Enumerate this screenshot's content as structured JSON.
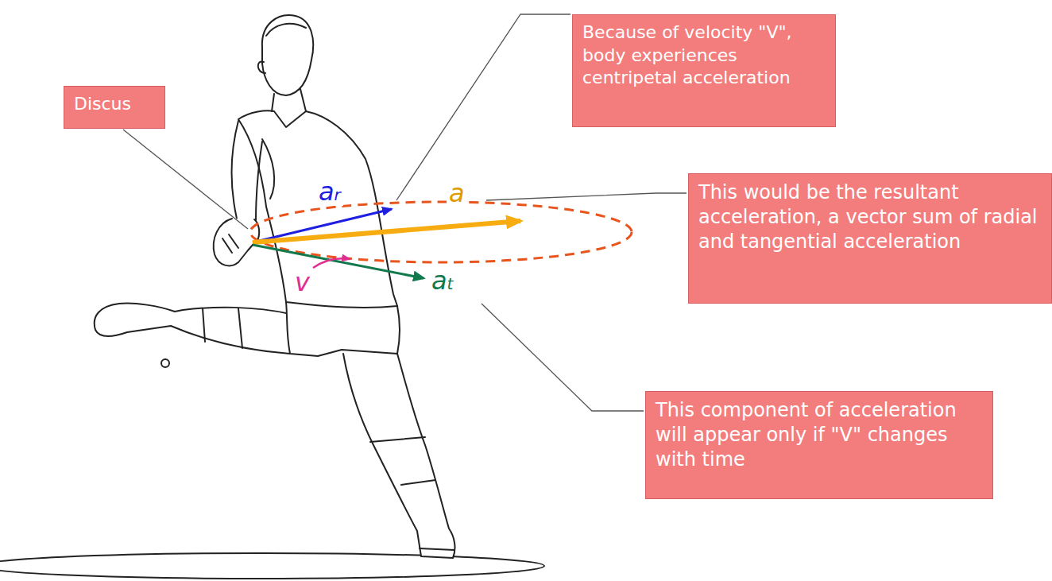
{
  "diagram": {
    "nodes": [
      {
        "text": [
          "Discus"
        ]
      },
      {
        "text": [
          "Because of velocity \"V\", body experiences centripetal acceleration"
        ]
      },
      {
        "text": [
          "This would be the resultant acceleration, a vector sum of radial and tangential acceleration"
        ]
      },
      {
        "text": [
          "This component of acceleration will appear only if \"V\" changes with time"
        ]
      }
    ],
    "labels": [
      "ar",
      "a",
      "v",
      "at"
    ]
  }
}
